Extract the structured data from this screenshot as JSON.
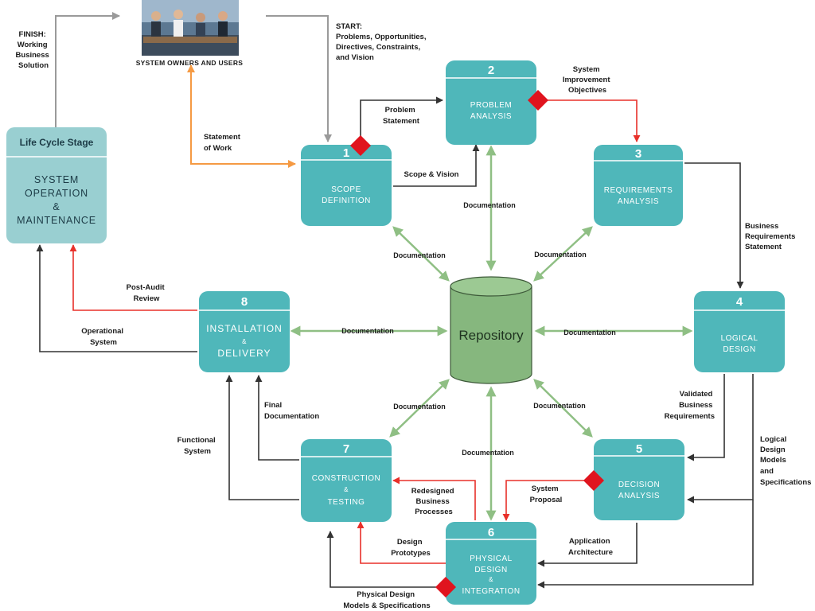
{
  "colors": {
    "stage_fill": "#4fb7ba",
    "lifecycle_fill": "#99cfd1",
    "repository_fill": "#86b77e",
    "doc_arrow": "#8fbf84",
    "black_arrow": "#333333",
    "red_arrow": "#e8302a",
    "orange_arrow": "#f59a43",
    "gray_arrow": "#9a9a9a",
    "diamond": "#e0141e"
  },
  "owners": {
    "photo_icon": "meeting-photo",
    "label": "SYSTEM OWNERS AND USERS"
  },
  "lifecycle": {
    "header": "Life Cycle Stage",
    "line1": "SYSTEM",
    "line2": "OPERATION",
    "line3": "&",
    "line4": "MAINTENANCE"
  },
  "repository": {
    "label": "Repository"
  },
  "stages": {
    "s1": {
      "num": "1",
      "line1": "SCOPE",
      "line2": "DEFINITION"
    },
    "s2": {
      "num": "2",
      "line1": "PROBLEM",
      "line2": "ANALYSIS"
    },
    "s3": {
      "num": "3",
      "line1": "REQUIREMENTS",
      "line2": "ANALYSIS"
    },
    "s4": {
      "num": "4",
      "line1": "LOGICAL",
      "line2": "DESIGN"
    },
    "s5": {
      "num": "5",
      "line1": "DECISION",
      "line2": "ANALYSIS"
    },
    "s6": {
      "num": "6",
      "line1": "PHYSICAL",
      "line2": "DESIGN",
      "line3": "&",
      "line4": "INTEGRATION"
    },
    "s7": {
      "num": "7",
      "line1": "CONSTRUCTION",
      "line2": "&",
      "line3": "TESTING"
    },
    "s8": {
      "num": "8",
      "line1": "INSTALLATION",
      "line2": "&",
      "line3": "DELIVERY"
    }
  },
  "labels": {
    "finish": [
      "FINISH:",
      "Working",
      "Business",
      "Solution"
    ],
    "start": [
      "START:",
      "Problems, Opportunities,",
      "Directives, Constraints,",
      "and Vision"
    ],
    "statement_of_work": [
      "Statement",
      "of Work"
    ],
    "problem_statement": [
      "Problem",
      "Statement"
    ],
    "scope_vision": "Scope & Vision",
    "system_improvement": [
      "System",
      "Improvement",
      "Objectives"
    ],
    "business_requirements": [
      "Business",
      "Requirements",
      "Statement"
    ],
    "validated_requirements": [
      "Validated",
      "Business",
      "Requirements"
    ],
    "logical_design_models": [
      "Logical",
      "Design",
      "Models",
      "and",
      "Specifications"
    ],
    "system_proposal": [
      "System",
      "Proposal"
    ],
    "application_architecture": [
      "Application",
      "Architecture"
    ],
    "redesigned_processes": [
      "Redesigned",
      "Business",
      "Processes"
    ],
    "design_prototypes": [
      "Design",
      "Prototypes"
    ],
    "physical_design_models": [
      "Physical Design",
      "Models & Specifications"
    ],
    "final_documentation": [
      "Final",
      "Documentation"
    ],
    "functional_system": [
      "Functional",
      "System"
    ],
    "post_audit": [
      "Post-Audit",
      "Review"
    ],
    "operational_system": [
      "Operational",
      "System"
    ],
    "documentation": "Documentation"
  }
}
